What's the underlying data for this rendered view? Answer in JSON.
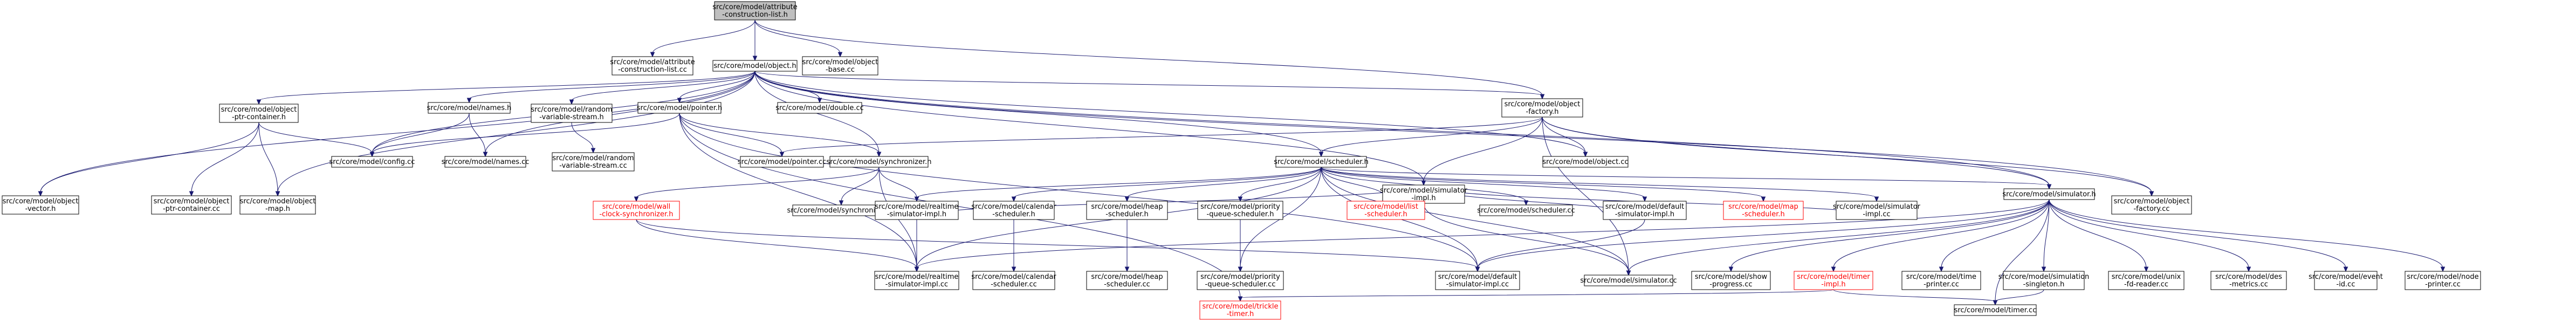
{
  "title": "",
  "colors": {
    "node_border": "#000000",
    "node_fill": "#ffffff",
    "root_fill": "#bfbfbf",
    "missing_border": "#ff0000",
    "missing_text": "#ff0000",
    "edge": "#191970",
    "text": "#000000"
  },
  "nodes": [
    {
      "id": "root",
      "lines": [
        "src/core/model/attribute",
        "-construction-list.h"
      ],
      "style": "root"
    },
    {
      "id": "attrcc",
      "lines": [
        "src/core/model/attribute",
        "-construction-list.cc"
      ],
      "style": "normal"
    },
    {
      "id": "objbase",
      "lines": [
        "src/core/model/object",
        "-base.cc"
      ],
      "style": "normal"
    },
    {
      "id": "objh",
      "lines": [
        "src/core/model/object.h"
      ],
      "style": "normal"
    },
    {
      "id": "objvector",
      "lines": [
        "src/core/model/object",
        "-vector.h"
      ],
      "style": "normal"
    },
    {
      "id": "ptrcont",
      "lines": [
        "src/core/model/object",
        "-ptr-container.h"
      ],
      "style": "normal"
    },
    {
      "id": "ptrcontcc",
      "lines": [
        "src/core/model/object",
        "-ptr-container.cc"
      ],
      "style": "normal"
    },
    {
      "id": "objmap",
      "lines": [
        "src/core/model/object",
        "-map.h"
      ],
      "style": "normal"
    },
    {
      "id": "namesh",
      "lines": [
        "src/core/model/names.h"
      ],
      "style": "normal"
    },
    {
      "id": "configcc",
      "lines": [
        "src/core/model/config.cc"
      ],
      "style": "normal"
    },
    {
      "id": "randomh",
      "lines": [
        "src/core/model/random",
        "-variable-stream.h"
      ],
      "style": "normal"
    },
    {
      "id": "namescc",
      "lines": [
        "src/core/model/names.cc"
      ],
      "style": "normal"
    },
    {
      "id": "randomcc",
      "lines": [
        "src/core/model/random",
        "-variable-stream.cc"
      ],
      "style": "normal"
    },
    {
      "id": "pointerh",
      "lines": [
        "src/core/model/pointer.h"
      ],
      "style": "normal"
    },
    {
      "id": "doublecc",
      "lines": [
        "src/core/model/double.cc"
      ],
      "style": "normal"
    },
    {
      "id": "factoryh",
      "lines": [
        "src/core/model/object",
        "-factory.h"
      ],
      "style": "normal"
    },
    {
      "id": "factorycc",
      "lines": [
        "src/core/model/object",
        "-factory.cc"
      ],
      "style": "normal"
    },
    {
      "id": "pointercc",
      "lines": [
        "src/core/model/pointer.cc"
      ],
      "style": "normal"
    },
    {
      "id": "synch",
      "lines": [
        "src/core/model/synchronizer.h"
      ],
      "style": "normal"
    },
    {
      "id": "synccc",
      "lines": [
        "src/core/model/synchronizer.cc"
      ],
      "style": "normal"
    },
    {
      "id": "wallclock",
      "lines": [
        "src/core/model/wall",
        "-clock-synchronizer.h"
      ],
      "style": "missing"
    },
    {
      "id": "schedh",
      "lines": [
        "src/core/model/scheduler.h"
      ],
      "style": "normal"
    },
    {
      "id": "simimplh",
      "lines": [
        "src/core/model/simulator",
        "-impl.h"
      ],
      "style": "normal"
    },
    {
      "id": "objectcc",
      "lines": [
        "src/core/model/object.cc"
      ],
      "style": "normal"
    },
    {
      "id": "realtimeh",
      "lines": [
        "src/core/model/realtime",
        "-simulator-impl.h"
      ],
      "style": "normal"
    },
    {
      "id": "calendarh",
      "lines": [
        "src/core/model/calendar",
        "-scheduler.h"
      ],
      "style": "normal"
    },
    {
      "id": "heaph",
      "lines": [
        "src/core/model/heap",
        "-scheduler.h"
      ],
      "style": "normal"
    },
    {
      "id": "priorityh",
      "lines": [
        "src/core/model/priority",
        "-queue-scheduler.h"
      ],
      "style": "normal"
    },
    {
      "id": "listh",
      "lines": [
        "src/core/model/list",
        "-scheduler.h"
      ],
      "style": "missing"
    },
    {
      "id": "schedcc",
      "lines": [
        "src/core/model/scheduler.cc"
      ],
      "style": "normal"
    },
    {
      "id": "defaulth",
      "lines": [
        "src/core/model/default",
        "-simulator-impl.h"
      ],
      "style": "normal"
    },
    {
      "id": "maph",
      "lines": [
        "src/core/model/map",
        "-scheduler.h"
      ],
      "style": "missing"
    },
    {
      "id": "simimplcc",
      "lines": [
        "src/core/model/simulator",
        "-impl.cc"
      ],
      "style": "normal"
    },
    {
      "id": "simh",
      "lines": [
        "src/core/model/simulator.h"
      ],
      "style": "normal"
    },
    {
      "id": "realtimecc",
      "lines": [
        "src/core/model/realtime",
        "-simulator-impl.cc"
      ],
      "style": "normal"
    },
    {
      "id": "calendarcc",
      "lines": [
        "src/core/model/calendar",
        "-scheduler.cc"
      ],
      "style": "normal"
    },
    {
      "id": "heapcc",
      "lines": [
        "src/core/model/heap",
        "-scheduler.cc"
      ],
      "style": "normal"
    },
    {
      "id": "prioritycc",
      "lines": [
        "src/core/model/priority",
        "-queue-scheduler.cc"
      ],
      "style": "normal"
    },
    {
      "id": "defaultcc",
      "lines": [
        "src/core/model/default",
        "-simulator-impl.cc"
      ],
      "style": "normal"
    },
    {
      "id": "simcc",
      "lines": [
        "src/core/model/simulator.cc"
      ],
      "style": "normal"
    },
    {
      "id": "showprog",
      "lines": [
        "src/core/model/show",
        "-progress.cc"
      ],
      "style": "normal"
    },
    {
      "id": "timerimpl",
      "lines": [
        "src/core/model/timer",
        "-impl.h"
      ],
      "style": "missing"
    },
    {
      "id": "timeprinter",
      "lines": [
        "src/core/model/time",
        "-printer.cc"
      ],
      "style": "normal"
    },
    {
      "id": "simsingleton",
      "lines": [
        "src/core/model/simulation",
        "-singleton.h"
      ],
      "style": "normal"
    },
    {
      "id": "unix",
      "lines": [
        "src/core/model/unix",
        "-fd-reader.cc"
      ],
      "style": "normal"
    },
    {
      "id": "des",
      "lines": [
        "src/core/model/des",
        "-metrics.cc"
      ],
      "style": "normal"
    },
    {
      "id": "eventid",
      "lines": [
        "src/core/model/event",
        "-id.cc"
      ],
      "style": "normal"
    },
    {
      "id": "nodeprinter",
      "lines": [
        "src/core/model/node",
        "-printer.cc"
      ],
      "style": "normal"
    },
    {
      "id": "timercc",
      "lines": [
        "src/core/model/timer.cc"
      ],
      "style": "normal"
    },
    {
      "id": "trickle",
      "lines": [
        "src/core/model/trickle",
        "-timer.h"
      ],
      "style": "missing"
    }
  ],
  "edges": [
    [
      "root",
      "attrcc"
    ],
    [
      "root",
      "objbase"
    ],
    [
      "root",
      "objh"
    ],
    [
      "root",
      "factoryh"
    ],
    [
      "objh",
      "objvector"
    ],
    [
      "objh",
      "ptrcont"
    ],
    [
      "objh",
      "namesh"
    ],
    [
      "objh",
      "configcc"
    ],
    [
      "objh",
      "randomh"
    ],
    [
      "objh",
      "pointerh"
    ],
    [
      "objh",
      "doublecc"
    ],
    [
      "objh",
      "factoryh"
    ],
    [
      "objh",
      "schedh"
    ],
    [
      "objh",
      "simimplh"
    ],
    [
      "objh",
      "objectcc"
    ],
    [
      "objh",
      "synch"
    ],
    [
      "objh",
      "namescc"
    ],
    [
      "objh",
      "objmap"
    ],
    [
      "objh",
      "simh"
    ],
    [
      "objh",
      "factorycc"
    ],
    [
      "ptrcont",
      "objvector"
    ],
    [
      "ptrcont",
      "ptrcontcc"
    ],
    [
      "ptrcont",
      "objmap"
    ],
    [
      "ptrcont",
      "configcc"
    ],
    [
      "namesh",
      "configcc"
    ],
    [
      "namesh",
      "namescc"
    ],
    [
      "randomh",
      "randomcc"
    ],
    [
      "pointerh",
      "configcc"
    ],
    [
      "pointerh",
      "pointercc"
    ],
    [
      "pointerh",
      "synch"
    ],
    [
      "pointerh",
      "realtimecc"
    ],
    [
      "pointerh",
      "trickle"
    ],
    [
      "pointerh",
      "defaultcc"
    ],
    [
      "factoryh",
      "factorycc"
    ],
    [
      "factoryh",
      "objectcc"
    ],
    [
      "factoryh",
      "simimplh"
    ],
    [
      "factoryh",
      "pointercc"
    ],
    [
      "factoryh",
      "schedh"
    ],
    [
      "factoryh",
      "simh"
    ],
    [
      "factoryh",
      "simcc"
    ],
    [
      "synch",
      "wallclock"
    ],
    [
      "synch",
      "synccc"
    ],
    [
      "synch",
      "realtimeh"
    ],
    [
      "synch",
      "realtimecc"
    ],
    [
      "wallclock",
      "realtimecc"
    ],
    [
      "wallclock",
      "defaultcc"
    ],
    [
      "schedh",
      "realtimeh"
    ],
    [
      "schedh",
      "calendarh"
    ],
    [
      "schedh",
      "heaph"
    ],
    [
      "schedh",
      "priorityh"
    ],
    [
      "schedh",
      "listh"
    ],
    [
      "schedh",
      "schedcc"
    ],
    [
      "schedh",
      "defaulth"
    ],
    [
      "schedh",
      "maph"
    ],
    [
      "schedh",
      "simimplcc"
    ],
    [
      "schedh",
      "simcc"
    ],
    [
      "schedh",
      "realtimecc"
    ],
    [
      "schedh",
      "defaultcc"
    ],
    [
      "schedh",
      "prioritycc"
    ],
    [
      "schedh",
      "simh"
    ],
    [
      "simimplh",
      "defaulth"
    ],
    [
      "simimplh",
      "realtimeh"
    ],
    [
      "simimplh",
      "simcc"
    ],
    [
      "simimplh",
      "simimplcc"
    ],
    [
      "realtimeh",
      "realtimecc"
    ],
    [
      "calendarh",
      "calendarcc"
    ],
    [
      "heaph",
      "heapcc"
    ],
    [
      "priorityh",
      "prioritycc"
    ],
    [
      "defaulth",
      "defaultcc"
    ],
    [
      "simh",
      "simcc"
    ],
    [
      "simh",
      "showprog"
    ],
    [
      "simh",
      "timerimpl"
    ],
    [
      "simh",
      "timeprinter"
    ],
    [
      "simh",
      "simsingleton"
    ],
    [
      "simh",
      "unix"
    ],
    [
      "simh",
      "des"
    ],
    [
      "simh",
      "eventid"
    ],
    [
      "simh",
      "nodeprinter"
    ],
    [
      "simh",
      "timercc"
    ],
    [
      "simh",
      "realtimecc"
    ],
    [
      "simh",
      "defaultcc"
    ],
    [
      "timerimpl",
      "timercc"
    ],
    [
      "timerimpl",
      "trickle"
    ],
    [
      "simsingleton",
      "timercc"
    ]
  ]
}
